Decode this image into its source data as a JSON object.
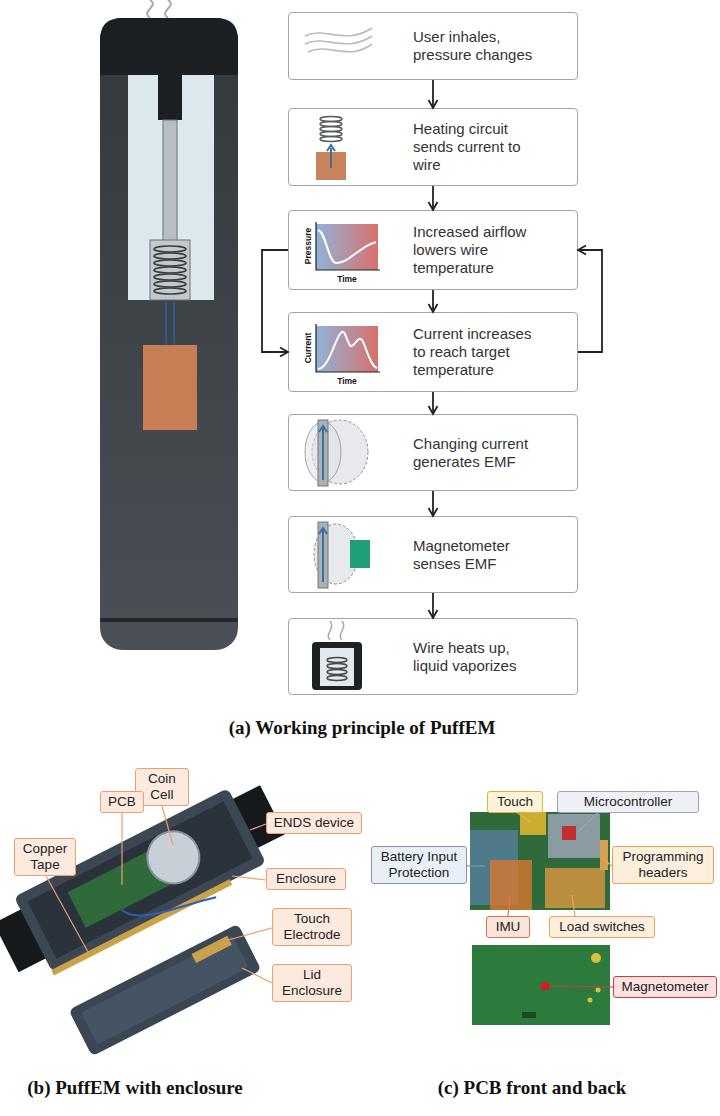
{
  "diagram": {
    "nodes": [
      {
        "text": [
          "User inhales, pressure changes"
        ]
      },
      {
        "text": [
          "Heating circuit sends current to wire"
        ]
      },
      {
        "text": [
          "Increased airflow lowers wire temperature"
        ]
      },
      {
        "text": [
          "Current increases to reach target temperature"
        ]
      },
      {
        "text": [
          "Changing current generates EMF"
        ]
      },
      {
        "text": [
          "Magnetometer senses EMF"
        ]
      },
      {
        "text": [
          "Wire heats up, liquid vaporizes"
        ]
      },
      {
        "text": [
          "Coin Cell"
        ]
      },
      {
        "text": [
          "PCB"
        ]
      },
      {
        "text": [
          "Copper Tape"
        ]
      },
      {
        "text": [
          "ENDS device"
        ]
      },
      {
        "text": [
          "Enclosure"
        ]
      },
      {
        "text": [
          "Touch Electrode"
        ]
      },
      {
        "text": [
          "Lid Enclosure"
        ]
      },
      {
        "text": [
          "Touch"
        ]
      },
      {
        "text": [
          "Microcontroller"
        ]
      },
      {
        "text": [
          "Battery Input Protection"
        ]
      },
      {
        "text": [
          "Programming headers"
        ]
      },
      {
        "text": [
          "IMU"
        ]
      },
      {
        "text": [
          "Load switches"
        ]
      },
      {
        "text": [
          "Magnetometer"
        ]
      }
    ],
    "edges": [
      {
        "from": 0,
        "to": 1,
        "arrow": "to"
      },
      {
        "from": 1,
        "to": 2,
        "arrow": "to"
      },
      {
        "from": 2,
        "to": 3,
        "arrow": "to"
      },
      {
        "from": 3,
        "to": 4,
        "arrow": "to"
      },
      {
        "from": 4,
        "to": 5,
        "arrow": "to"
      },
      {
        "from": 5,
        "to": 6,
        "arrow": "to"
      },
      {
        "from": 2,
        "to": 3,
        "arrow": "to"
      },
      {
        "from": 3,
        "to": 2,
        "arrow": "to"
      }
    ],
    "labels": [
      "Pressure",
      "Time",
      "Current",
      "Time",
      "(a) Working principle of PuffEM",
      "(b) PuffEM with enclosure",
      "(c) PCB front and back"
    ]
  }
}
